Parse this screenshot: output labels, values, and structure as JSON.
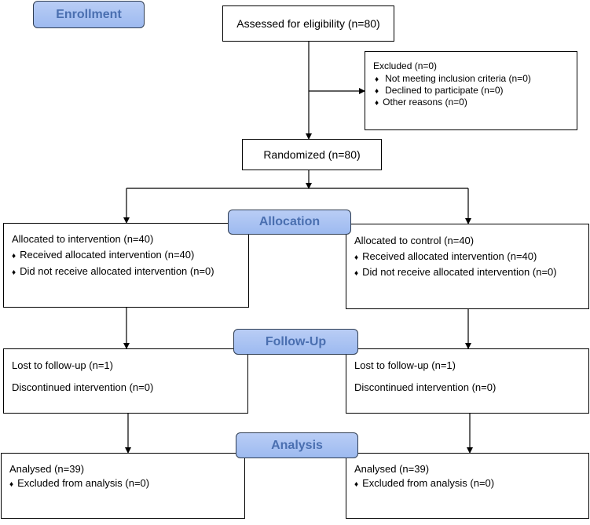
{
  "stages": {
    "enrollment": "Enrollment",
    "allocation": "Allocation",
    "follow_up": "Follow-Up",
    "analysis": "Analysis"
  },
  "assessed": "Assessed for eligibility (n=80)",
  "excluded": {
    "title": "Excluded (n=0)",
    "items": [
      "Not meeting inclusion criteria (n=0)",
      "Declined to participate (n=0)",
      "Other reasons (n=0)"
    ]
  },
  "randomized": "Randomized (n=80)",
  "intervention": {
    "allocation_title": "Allocated to intervention (n=40)",
    "allocation_items": [
      "Received allocated intervention (n=40)",
      "Did not receive allocated intervention (n=0)"
    ],
    "lost": "Lost to follow-up (n=1)",
    "discontinued": "Discontinued intervention (n=0)",
    "analysed": "Analysed (n=39)",
    "analysis_items": [
      "Excluded from analysis (n=0)"
    ]
  },
  "control": {
    "allocation_title": "Allocated to control (n=40)",
    "allocation_items": [
      "Received allocated intervention (n=40)",
      "Did not receive allocated intervention (n=0)"
    ],
    "lost": "Lost to follow-up (n=1)",
    "discontinued": "Discontinued intervention (n=0)",
    "analysed": "Analysed (n=39)",
    "analysis_items": [
      "Excluded from analysis (n=0)"
    ]
  },
  "colors": {
    "stage_fill": "#a9c4f3",
    "stage_text": "#4a6fb0",
    "line": "#000000"
  }
}
